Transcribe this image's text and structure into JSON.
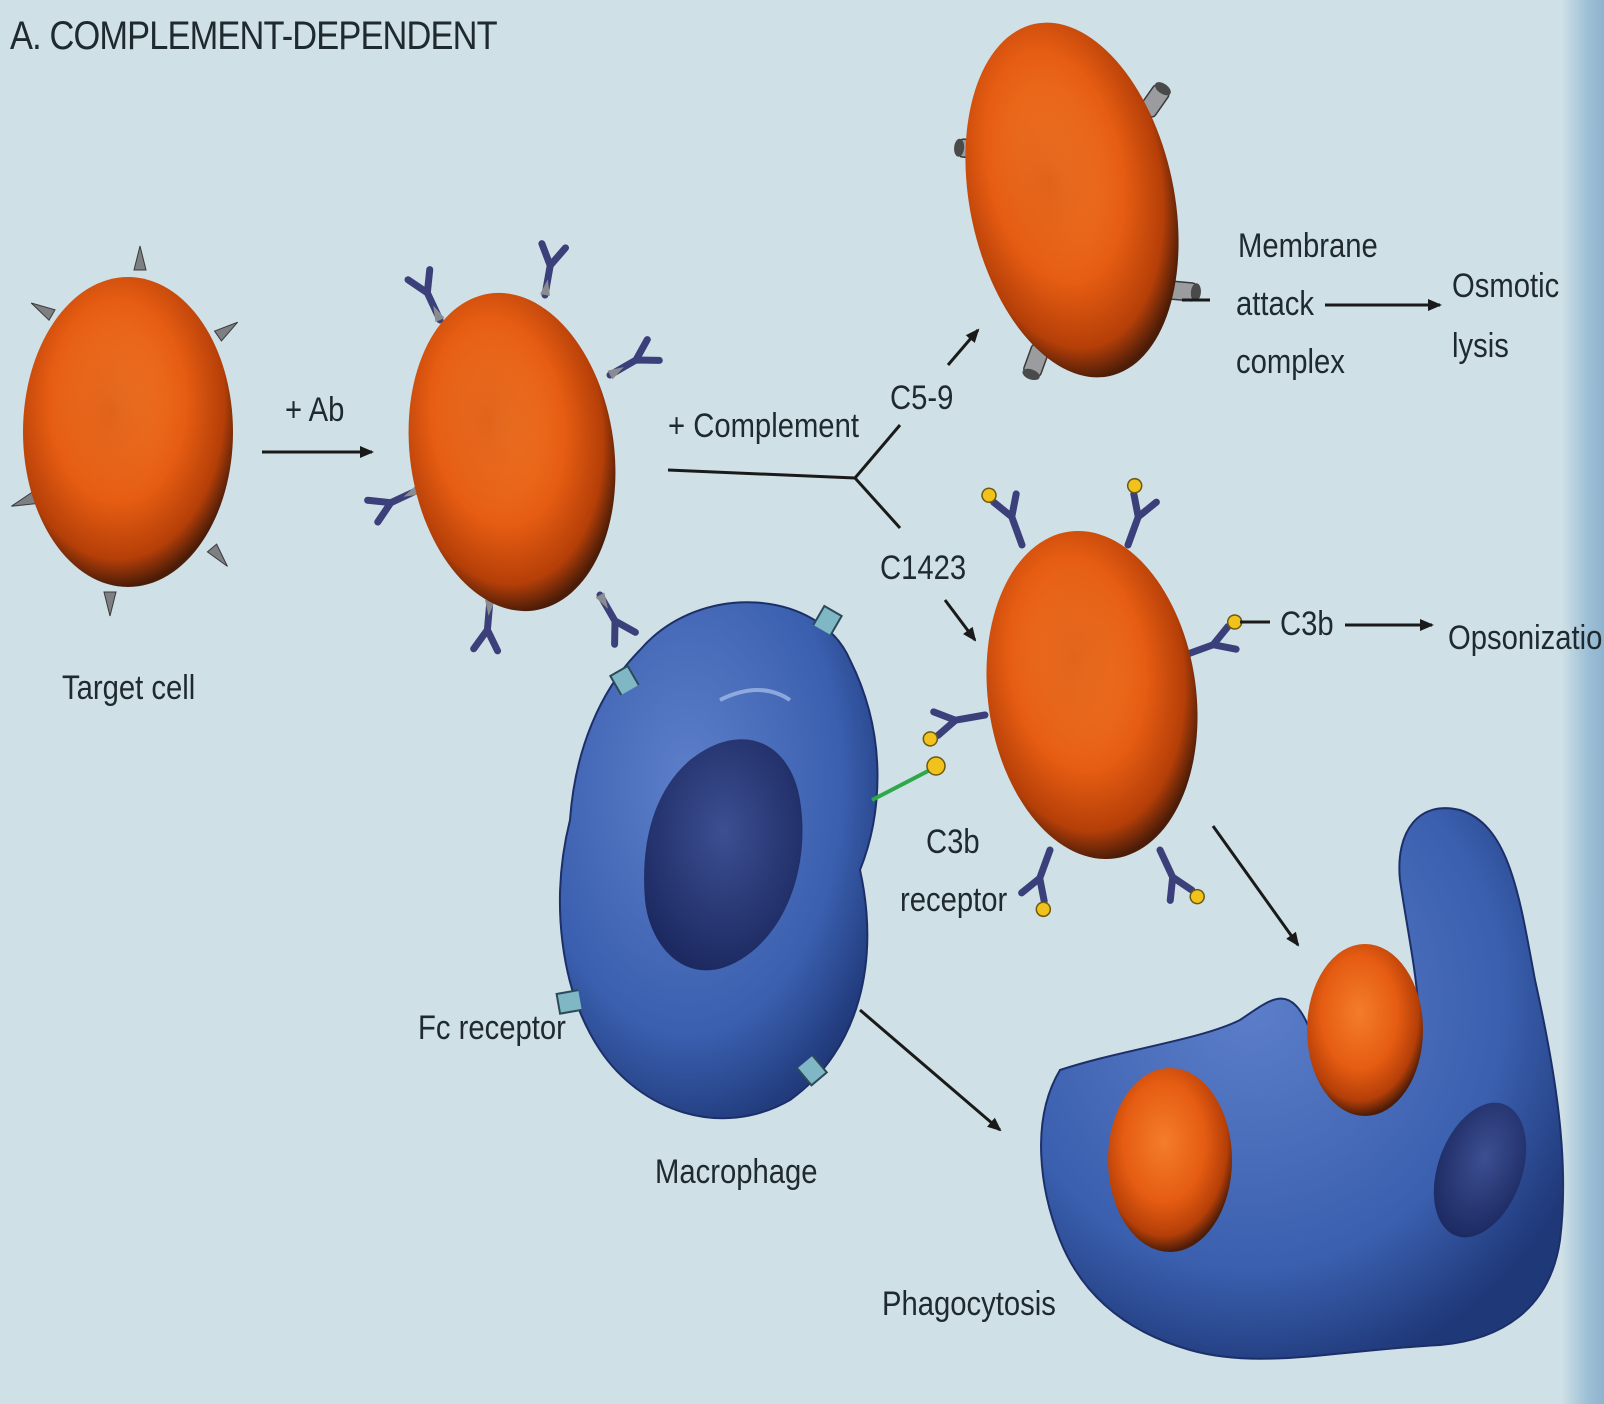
{
  "diagram": {
    "title": "A. COMPLEMENT-DEPENDENT",
    "labels": {
      "target_cell": "Target cell",
      "plus_ab": "+ Ab",
      "plus_complement": "+ Complement",
      "c5_9": "C5-9",
      "c1423": "C1423",
      "membrane": "Membrane",
      "attack": "attack",
      "complex": "complex",
      "osmotic": "Osmotic",
      "lysis": "lysis",
      "c3b": "C3b",
      "opsonization": "Opsonization",
      "c3b_receptor_line1": "C3b",
      "c3b_receptor_line2": "receptor",
      "fc_receptor": "Fc receptor",
      "macrophage": "Macrophage",
      "phagocytosis": "Phagocytosis"
    },
    "colors": {
      "background": "#cfe0e6",
      "cell_orange": "#e8621a",
      "cell_dark": "#8a2c06",
      "macrophage_blue": "#3a5fae",
      "macrophage_dark": "#1e3370",
      "antibody": "#3b3f7a",
      "c3b_yellow": "#f1c21b",
      "receptor_line": "#2fa84a",
      "arrow": "#1a1a1a"
    }
  }
}
